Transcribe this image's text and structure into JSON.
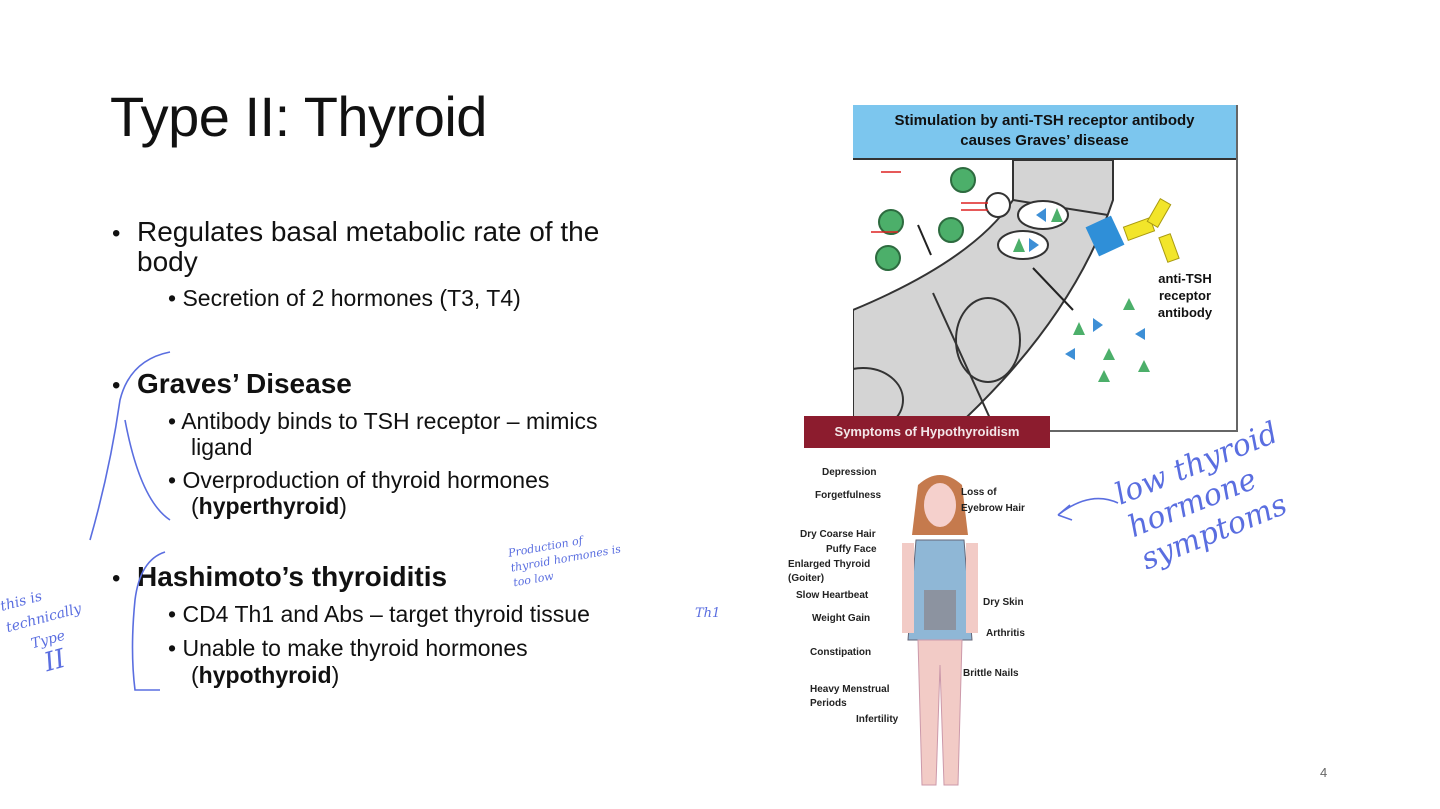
{
  "slide": {
    "title": "Type II: Thyroid",
    "page_number": "4",
    "bullets": [
      {
        "text_line1": "Regulates basal metabolic rate of the",
        "text_line2": "body",
        "sub": [
          "Secretion of 2 hormones (T3, T4)"
        ]
      },
      {
        "text": "Graves’ Disease",
        "sub": [
          {
            "line1": "Antibody binds to TSH receptor – mimics",
            "line2": "ligand"
          },
          {
            "line1": "Overproduction of thyroid hormones",
            "line2_open": "(",
            "line2_bold": "hyperthyroid",
            "line2_close": ")"
          }
        ]
      },
      {
        "text": "Hashimoto’s thyroiditis",
        "sub": [
          {
            "line1": "CD4 Th1 and Abs – target thyroid tissue"
          },
          {
            "line1": "Unable to make thyroid hormones",
            "line2_open": "(",
            "line2_bold": "hypothyroid",
            "line2_close": ")"
          }
        ]
      }
    ]
  },
  "graves_figure": {
    "header_line1": "Stimulation by anti-TSH receptor antibody",
    "header_line2": "causes Graves’ disease",
    "antibody_label": [
      "anti-TSH",
      "receptor",
      "antibody"
    ],
    "colors": {
      "header": "#7cc6ee",
      "cell": "#d4d4d4",
      "antibody": "#f2e52a",
      "receptor": "#2f8fd8",
      "hormone_green": "#4caf6a",
      "hormone_blue": "#3d8fd6"
    }
  },
  "hypo_figure": {
    "banner": "Symptoms of Hypothyroidism",
    "banner_color": "#8c1c2e",
    "symptoms_left": [
      "Depression",
      "Forgetfulness",
      "Dry Coarse Hair",
      "Puffy Face",
      "Enlarged Thyroid",
      "(Goiter)",
      "Slow Heartbeat",
      "Weight Gain",
      "Constipation",
      "Heavy Menstrual",
      "Periods",
      "Infertility"
    ],
    "symptoms_right": [
      "Loss of",
      "Eyebrow Hair",
      "Dry Skin",
      "Arthritis",
      "Brittle Nails"
    ]
  },
  "handwriting": {
    "color": "#5a6ee0",
    "right_note": [
      "low thyroid",
      "hormone",
      "symptoms"
    ],
    "left_note": [
      "this is",
      "technically",
      "Type",
      "II"
    ],
    "mid_note": [
      "Production of",
      "thyroid hormones is",
      "too low"
    ],
    "th1_note": "Th1"
  }
}
